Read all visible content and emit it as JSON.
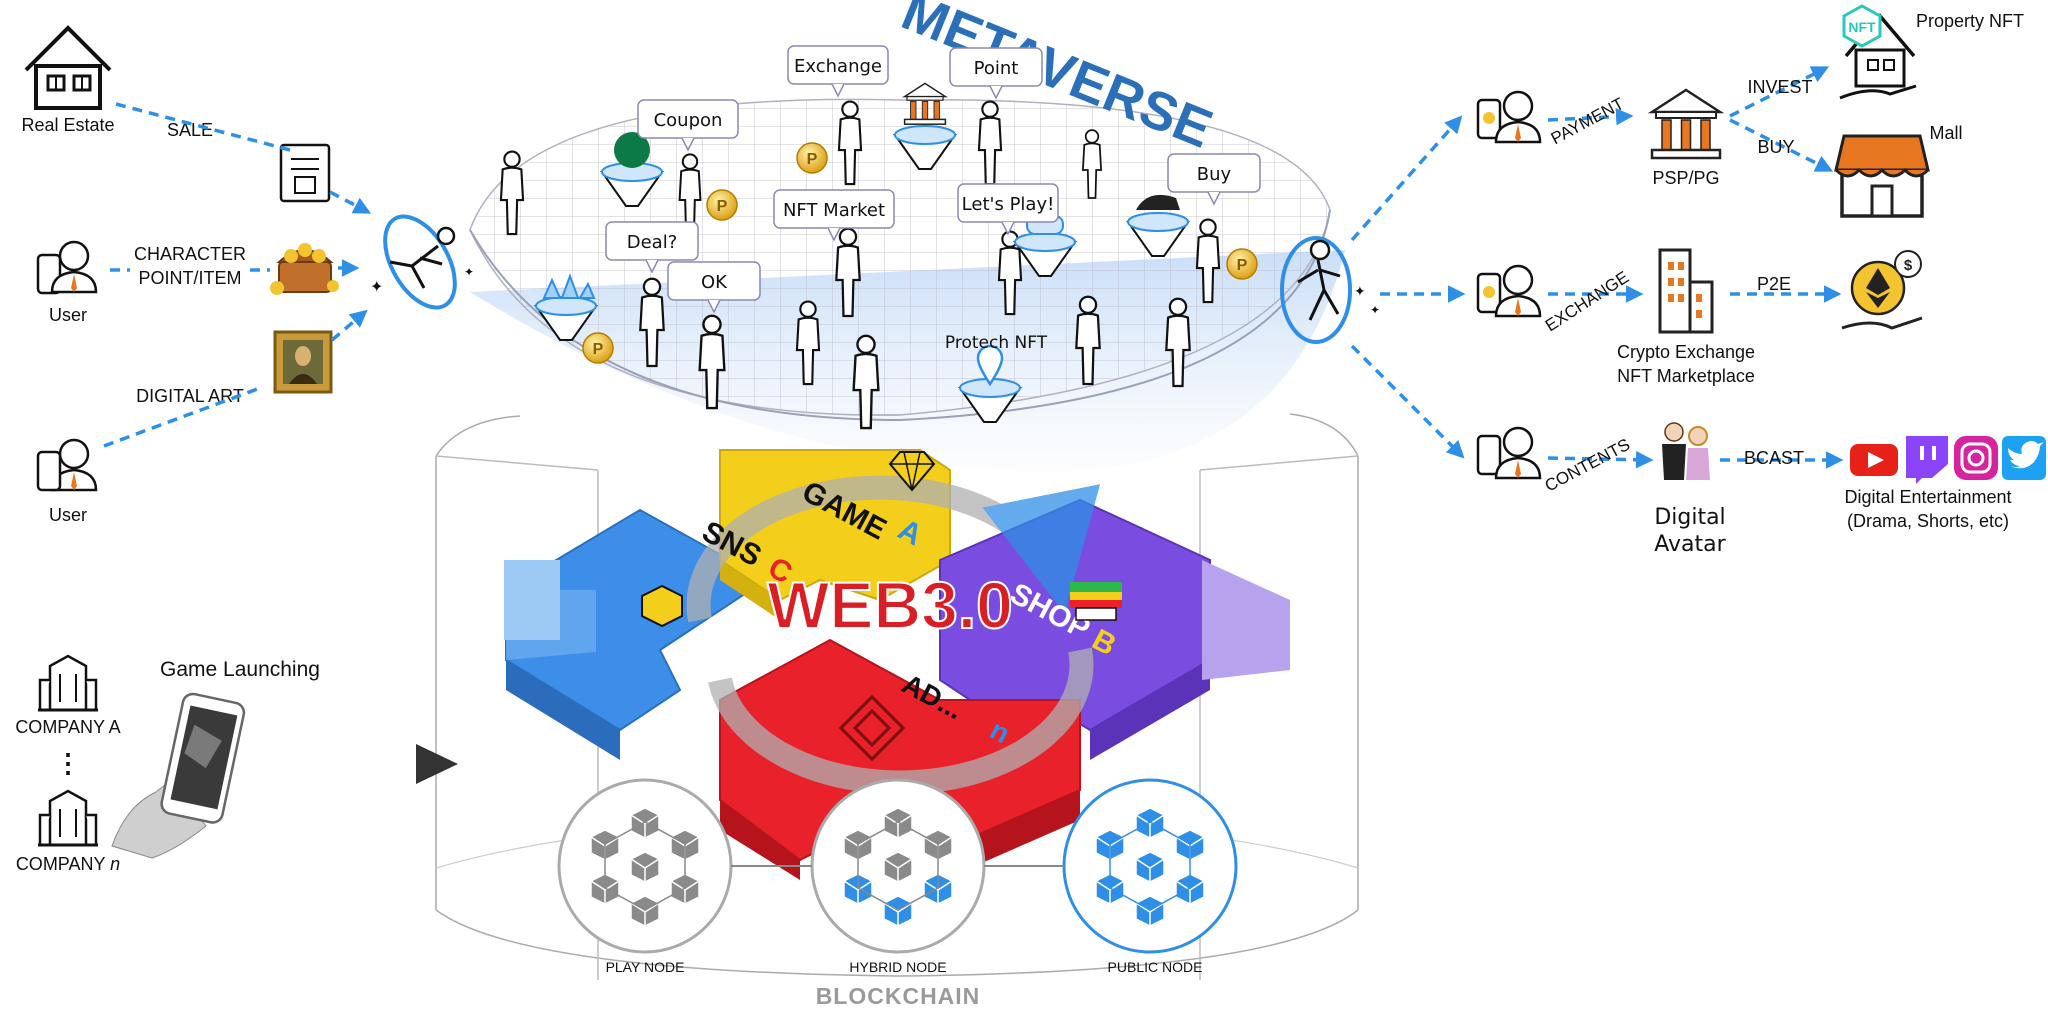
{
  "title": "METAVERSE",
  "core_label": "WEB3.0",
  "base_label": "BLOCKCHAIN",
  "left_sources": [
    {
      "name": "Real Estate",
      "edge": "SALE"
    },
    {
      "name": "User",
      "edge_line1": "CHARACTER",
      "edge_line2": "POINT/ITEM"
    },
    {
      "name": "User",
      "edge": "DIGITAL ART"
    }
  ],
  "companies": {
    "a": "COMPANY A",
    "dots": "⋮",
    "n_prefix": "COMPANY ",
    "n_suffix": "n",
    "launch": "Game Launching"
  },
  "bubbles": {
    "coupon": "Coupon",
    "exchange": "Exchange",
    "point": "Point",
    "deal": "Deal?",
    "ok": "OK",
    "nft_market": "NFT Market",
    "lets_play": "Let's Play!",
    "buy": "Buy"
  },
  "protect_nft": "Protech NFT",
  "puzzle": {
    "game": "GAME",
    "game_suffix": "A",
    "sns": "SNS",
    "sns_suffix": "C",
    "shop": "SHOP",
    "shop_suffix": "B",
    "ad": "AD...",
    "ad_suffix": "n"
  },
  "nodes": {
    "play": "PLAY NODE",
    "hybrid": "HYBRID NODE",
    "public": "PUBLIC NODE"
  },
  "right_flows": {
    "payment": "PAYMENT",
    "psp": "PSP/PG",
    "invest": "INVEST",
    "buy": "BUY",
    "property_nft": "Property NFT",
    "mall": "Mall",
    "nft_badge": "NFT",
    "exchange": "EXCHANGE",
    "crypto_line1": "Crypto Exchange",
    "crypto_line2": "NFT Marketplace",
    "p2e": "P2E",
    "contents": "CONTENTS",
    "avatar_line1": "Digital",
    "avatar_line2": "Avatar",
    "bcast": "BCAST",
    "ent_line1": "Digital Entertainment",
    "ent_line2": "(Drama, Shorts, etc)"
  },
  "colors": {
    "arrow": "#2f8fe6",
    "game": "#f3cf1c",
    "sns": "#3d8ee8",
    "shop": "#7a4de0",
    "ad": "#e8212b",
    "web3": "#d91f26",
    "metaverse": "#2a6fb8"
  }
}
